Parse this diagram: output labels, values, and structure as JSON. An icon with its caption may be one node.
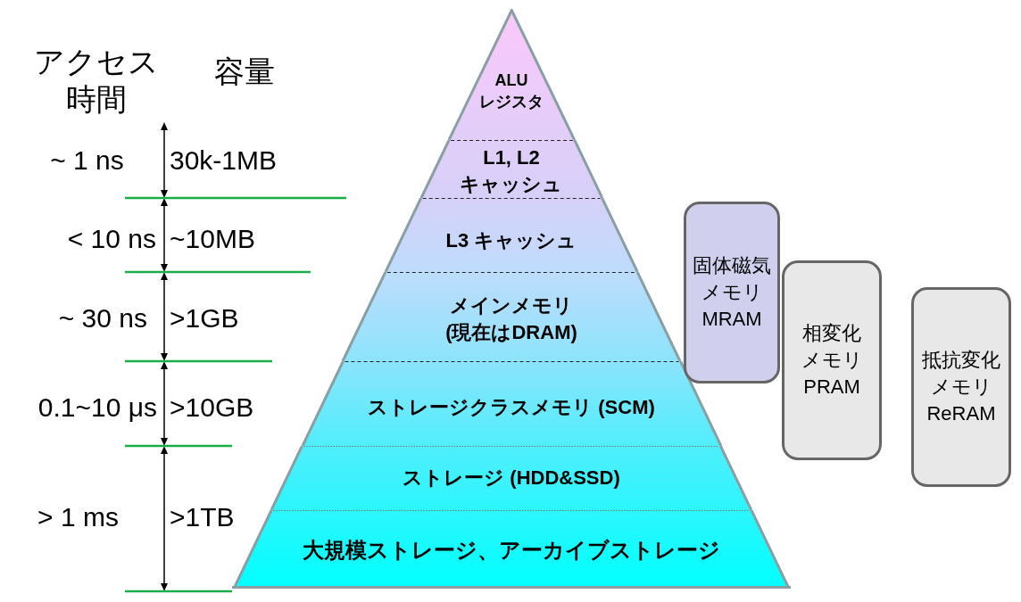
{
  "diagram": {
    "nodes": [
      {
        "text": [
          "ALU レジスタ"
        ]
      },
      {
        "text": [
          "L1, L2 キャッシュ"
        ]
      },
      {
        "text": [
          "L3 キャッシュ"
        ]
      },
      {
        "text": [
          "メインメモリ (現在はDRAM)"
        ]
      },
      {
        "text": [
          "ストレージクラスメモリ (SCM)"
        ]
      },
      {
        "text": [
          "ストレージ (HDD&SSD)"
        ]
      },
      {
        "text": [
          "大規模ストレージ、アーカイブストレージ"
        ]
      },
      {
        "text": [
          "固体磁気メモリ MRAM"
        ]
      },
      {
        "text": [
          "相変化メモリ PRAM"
        ]
      },
      {
        "text": [
          "抵抗変化メモリ ReRAM"
        ]
      }
    ],
    "labels": [
      "アクセス時間",
      "容量",
      "~ 1 ns",
      "30k-1MB",
      "< 10 ns",
      "~10MB",
      "~ 30 ns",
      ">1GB",
      "0.1~10 μs",
      ">10GB",
      "> 1 ms",
      ">1TB"
    ]
  }
}
